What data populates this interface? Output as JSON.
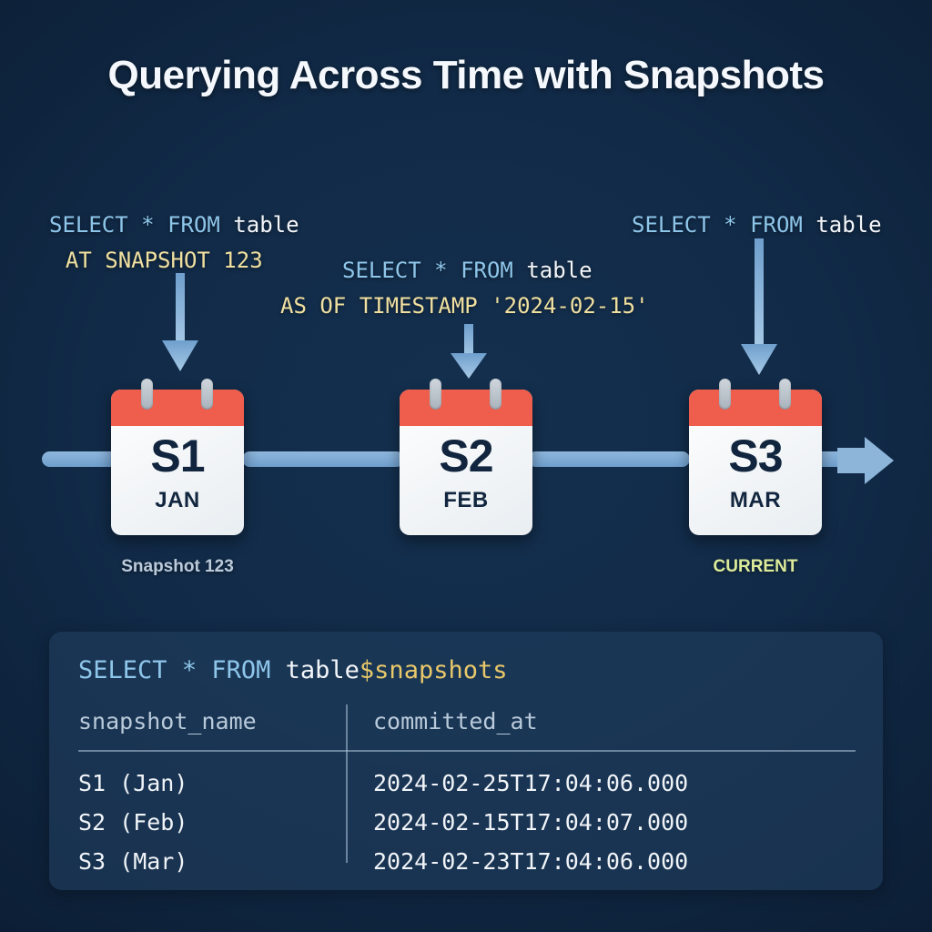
{
  "page": {
    "title": "Querying Across Time with Snapshots",
    "background_color": "#112a47",
    "accent_blue": "#8ec6ea",
    "accent_gold": "#e9c86a",
    "calendar_header_color": "#ef5d4d",
    "timeline_color": "#7fa8d4"
  },
  "annotations": [
    {
      "name": "snapshot-query",
      "line1_keyword": "SELECT",
      "line1_star": "*",
      "line1_from": "FROM",
      "line1_ident": "table",
      "line2": "AT SNAPSHOT 123"
    },
    {
      "name": "timestamp-query",
      "line1_keyword": "SELECT",
      "line1_star": "*",
      "line1_from": "FROM",
      "line1_ident": "table",
      "line2": "AS OF TIMESTAMP '2024-02-15'"
    },
    {
      "name": "current-query",
      "line1_keyword": "SELECT",
      "line1_star": "*",
      "line1_from": "FROM",
      "line1_ident": "table",
      "line2": ""
    }
  ],
  "timeline": {
    "snapshots": [
      {
        "id": "S1",
        "month": "JAN",
        "caption": "Snapshot 123",
        "caption_style": "muted"
      },
      {
        "id": "S2",
        "month": "FEB",
        "caption": "",
        "caption_style": "muted"
      },
      {
        "id": "S3",
        "month": "MAR",
        "caption": "CURRENT",
        "caption_style": "current"
      }
    ]
  },
  "panel": {
    "query": {
      "keyword": "SELECT",
      "star": "*",
      "from": "FROM",
      "ident": "table",
      "suffix": "$snapshots"
    },
    "table": {
      "columns": [
        "snapshot_name",
        "committed_at"
      ],
      "rows": [
        [
          "S1 (Jan)",
          "2024-02-25T17:04:06.000"
        ],
        [
          "S2 (Feb)",
          "2024-02-15T17:04:07.000"
        ],
        [
          "S3 (Mar)",
          "2024-02-23T17:04:06.000"
        ]
      ]
    }
  }
}
